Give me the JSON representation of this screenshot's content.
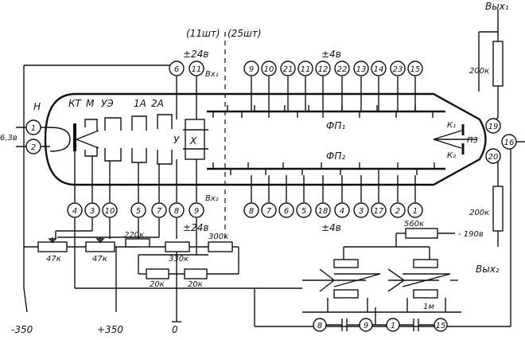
{
  "electrodes": {
    "heater": "Н",
    "cathode": "КТ",
    "modulator": "М",
    "control": "УЭ",
    "anode1": "1А",
    "anode2": "2А",
    "y_plates": "У",
    "x_plates": "Х"
  },
  "header": {
    "count_11": "(11шт)",
    "count_25": "(25шт)",
    "supply_top_left": "±24в",
    "supply_top_right": "±4в",
    "supply_bottom_left": "±24в",
    "supply_bottom_right": "±4в"
  },
  "signals": {
    "in1": "Вх₁",
    "in2": "Вх₂",
    "out1": "Вых₁",
    "out2": "Вых₂",
    "fp1": "ФП₁",
    "fp2": "ФП₂",
    "k1": "К₁",
    "k2": "К₂",
    "pz": "ПЗ",
    "heater_v": "6,3в"
  },
  "pins": {
    "p1": "1",
    "p2": "2",
    "p6": "6",
    "p11": "11",
    "top": [
      "9",
      "10",
      "21",
      "11",
      "12",
      "22",
      "13",
      "14",
      "23",
      "15"
    ],
    "p19": "19",
    "p16": "16",
    "p20": "20",
    "p4": "4",
    "p3": "3",
    "p10": "10",
    "p5": "5",
    "p7": "7",
    "p8": "8",
    "p9": "9",
    "bottom": [
      "8",
      "7",
      "6",
      "5",
      "18",
      "4",
      "3",
      "17",
      "2",
      "1"
    ],
    "cap_row": [
      "8",
      "9",
      "1",
      "15"
    ]
  },
  "resistors": {
    "r_out1": "200к",
    "r_out2": "200к",
    "pot1": "47к",
    "pot2": "47к",
    "r220": "220к",
    "r330": "330к",
    "r300": "300к",
    "r20a": "20к",
    "r20b": "20к",
    "r560": "560к",
    "r1m": "1м"
  },
  "supplies": {
    "neg350": "-350",
    "pos350": "+350",
    "zero": "0",
    "neg190": "- 190в"
  }
}
